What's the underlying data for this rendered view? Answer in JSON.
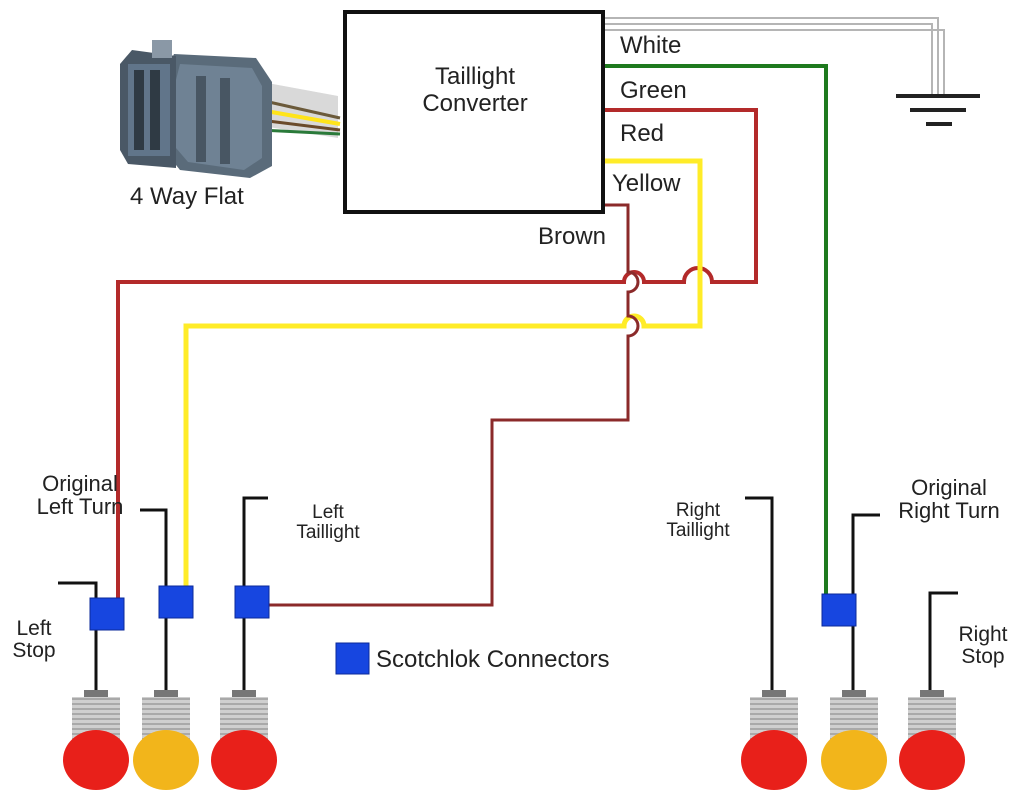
{
  "converter": {
    "line1": "Taillight",
    "line2": "Converter"
  },
  "plug": {
    "label": "4 Way Flat"
  },
  "wires": {
    "white": "White",
    "green": "Green",
    "red": "Red",
    "yellow": "Yellow",
    "brown": "Brown"
  },
  "lights": {
    "left_stop": {
      "line1": "Left",
      "line2": "Stop"
    },
    "left_turn": {
      "line1": "Original",
      "line2": "Left Turn"
    },
    "left_tail": {
      "line1": "Left",
      "line2": "Taillight"
    },
    "right_tail": {
      "line1": "Right",
      "line2": "Taillight"
    },
    "right_turn": {
      "line1": "Original",
      "line2": "Right Turn"
    },
    "right_stop": {
      "line1": "Right",
      "line2": "Stop"
    }
  },
  "legend": {
    "label": "Scotchlok Connectors"
  },
  "colors": {
    "white_wire": "#b5b5b5",
    "green_wire": "#1e7a1e",
    "red_wire": "#b32a2a",
    "yellow_wire": "#ffec28",
    "brown_wire": "#8b2a2a",
    "connector": "#1746e0",
    "stop_lamp": "#e8201a",
    "turn_lamp": "#f2b51b",
    "socket": "#c9c9c9"
  }
}
